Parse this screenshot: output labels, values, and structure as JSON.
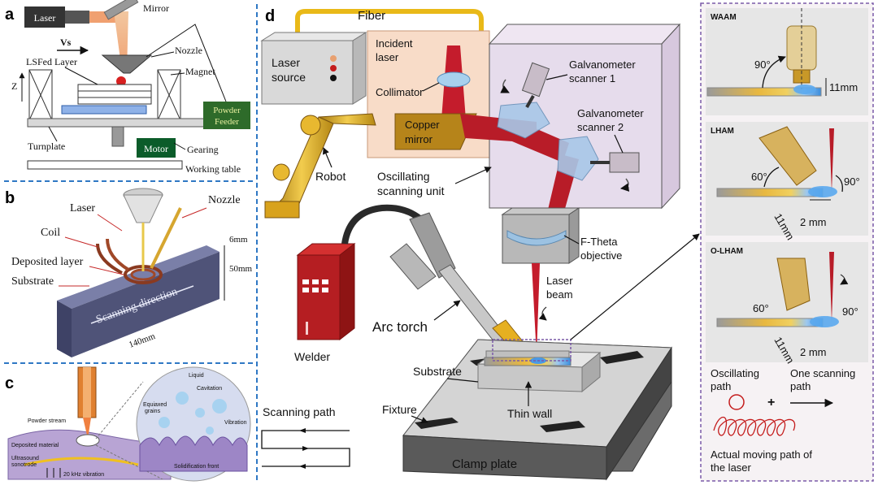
{
  "panels": {
    "a": {
      "letter": "a",
      "laser": "Laser",
      "mirror": "Mirror",
      "vs": "Vs",
      "nozzle": "Nozzle",
      "lsfed_layer": "LSFed Layer",
      "magnet": "Magnet",
      "z": "Z",
      "powder_feeder_l1": "Powder",
      "powder_feeder_l2": "Feeder",
      "turnplate": "Turnplate",
      "motor": "Motor",
      "gearing": "Gearing",
      "working_table": "Working table"
    },
    "b": {
      "letter": "b",
      "laser": "Laser",
      "nozzle": "Nozzle",
      "coil": "Coil",
      "deposited_layer": "Deposited layer",
      "substrate": "Substrate",
      "scanning_direction": "Scanning direction",
      "dim_6": "6mm",
      "dim_50": "50mm",
      "dim_140": "140mm"
    },
    "c": {
      "letter": "c",
      "powder_stream": "Powder stream",
      "deposited_material": "Deposited material",
      "ultrasound_l1": "Ultrasound",
      "ultrasound_l2": "sonotrode",
      "vibration_20khz": "20 kHz vibration",
      "liquid": "Liquid",
      "cavitation": "Cavitation",
      "equiaxed_l1": "Equiaxed",
      "equiaxed_l2": "grains",
      "vibration": "Vibration",
      "solidification_front": "Solidification front",
      "scanning_path": "Scanning path"
    },
    "d": {
      "letter": "d",
      "fiber": "Fiber",
      "laser_source_l1": "Laser",
      "laser_source_l2": "source",
      "incident_l1": "Incident",
      "incident_l2": "laser",
      "collimator": "Collimator",
      "copper_l1": "Copper",
      "copper_l2": "mirror",
      "galvo1_l1": "Galvanometer",
      "galvo1_l2": "scanner 1",
      "galvo2_l1": "Galvanometer",
      "galvo2_l2": "scanner 2",
      "robot": "Robot",
      "oscillating_l1": "Oscillating",
      "oscillating_l2": "scanning unit",
      "ftheta_l1": "F-Theta",
      "ftheta_l2": "objective",
      "laser_beam_l1": "Laser",
      "laser_beam_l2": "beam",
      "arc_torch": "Arc torch",
      "welder": "Welder",
      "substrate": "Substrate",
      "thin_wall": "Thin wall",
      "fixture": "Fixture",
      "clamp_plate": "Clamp plate"
    },
    "e": {
      "waam": "WAAM",
      "waam_angle": "90°",
      "waam_dist": "11mm",
      "lham": "LHAM",
      "lham_angle1": "60°",
      "lham_angle2": "90°",
      "lham_dist1": "11mm",
      "lham_dist2": "2 mm",
      "olham": "O-LHAM",
      "olham_angle1": "60°",
      "olham_angle2": "90°",
      "olham_dist1": "11mm",
      "olham_dist2": "2 mm",
      "oscillating_path_l1": "Oscillating",
      "oscillating_path_l2": "path",
      "plus": "+",
      "one_scan_l1": "One scanning",
      "one_scan_l2": "path",
      "actual_l1": "Actual moving path of",
      "actual_l2": "the laser"
    }
  },
  "colors": {
    "divider": "#2f78c4",
    "laser_red": "#c4202c",
    "gold": "#d8a21c",
    "box_purple": "#e6dcec",
    "welder_red": "#b51e22"
  }
}
